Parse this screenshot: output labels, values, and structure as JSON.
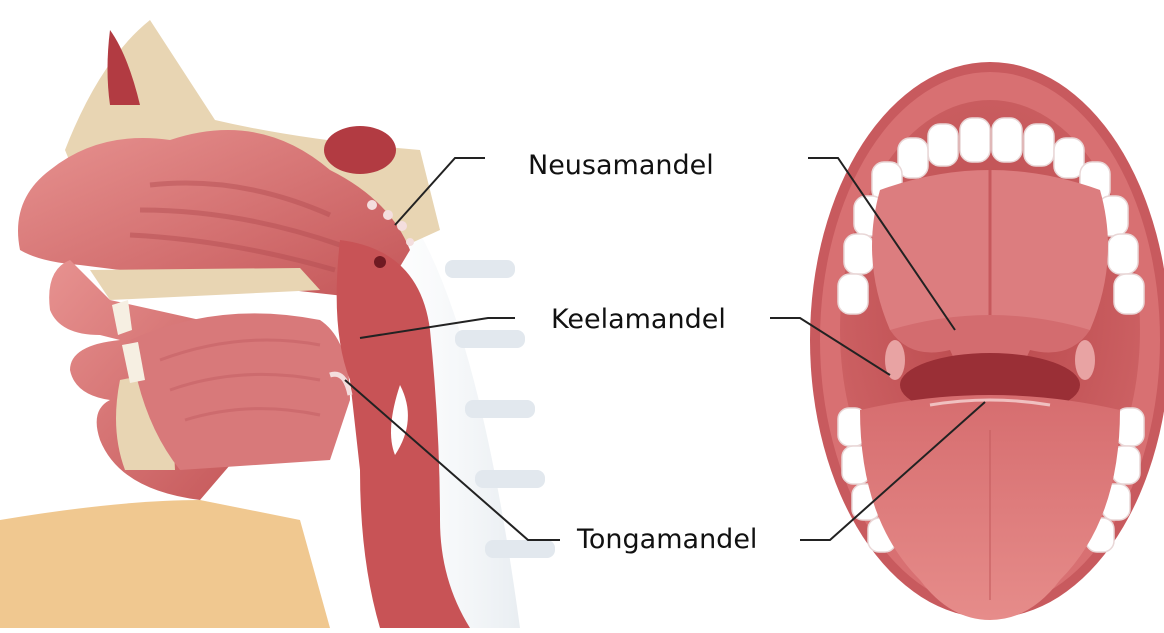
{
  "labels": {
    "adenoid": "Neusamandel",
    "palatine": "Keelamandel",
    "lingual": "Tongamandel"
  },
  "colors": {
    "flesh": "#c95a5e",
    "flesh_light": "#e58a8a",
    "bone": "#e8d5b3",
    "skin": "#f0c890",
    "teeth": "#ffffff",
    "leader_line": "#222222"
  }
}
